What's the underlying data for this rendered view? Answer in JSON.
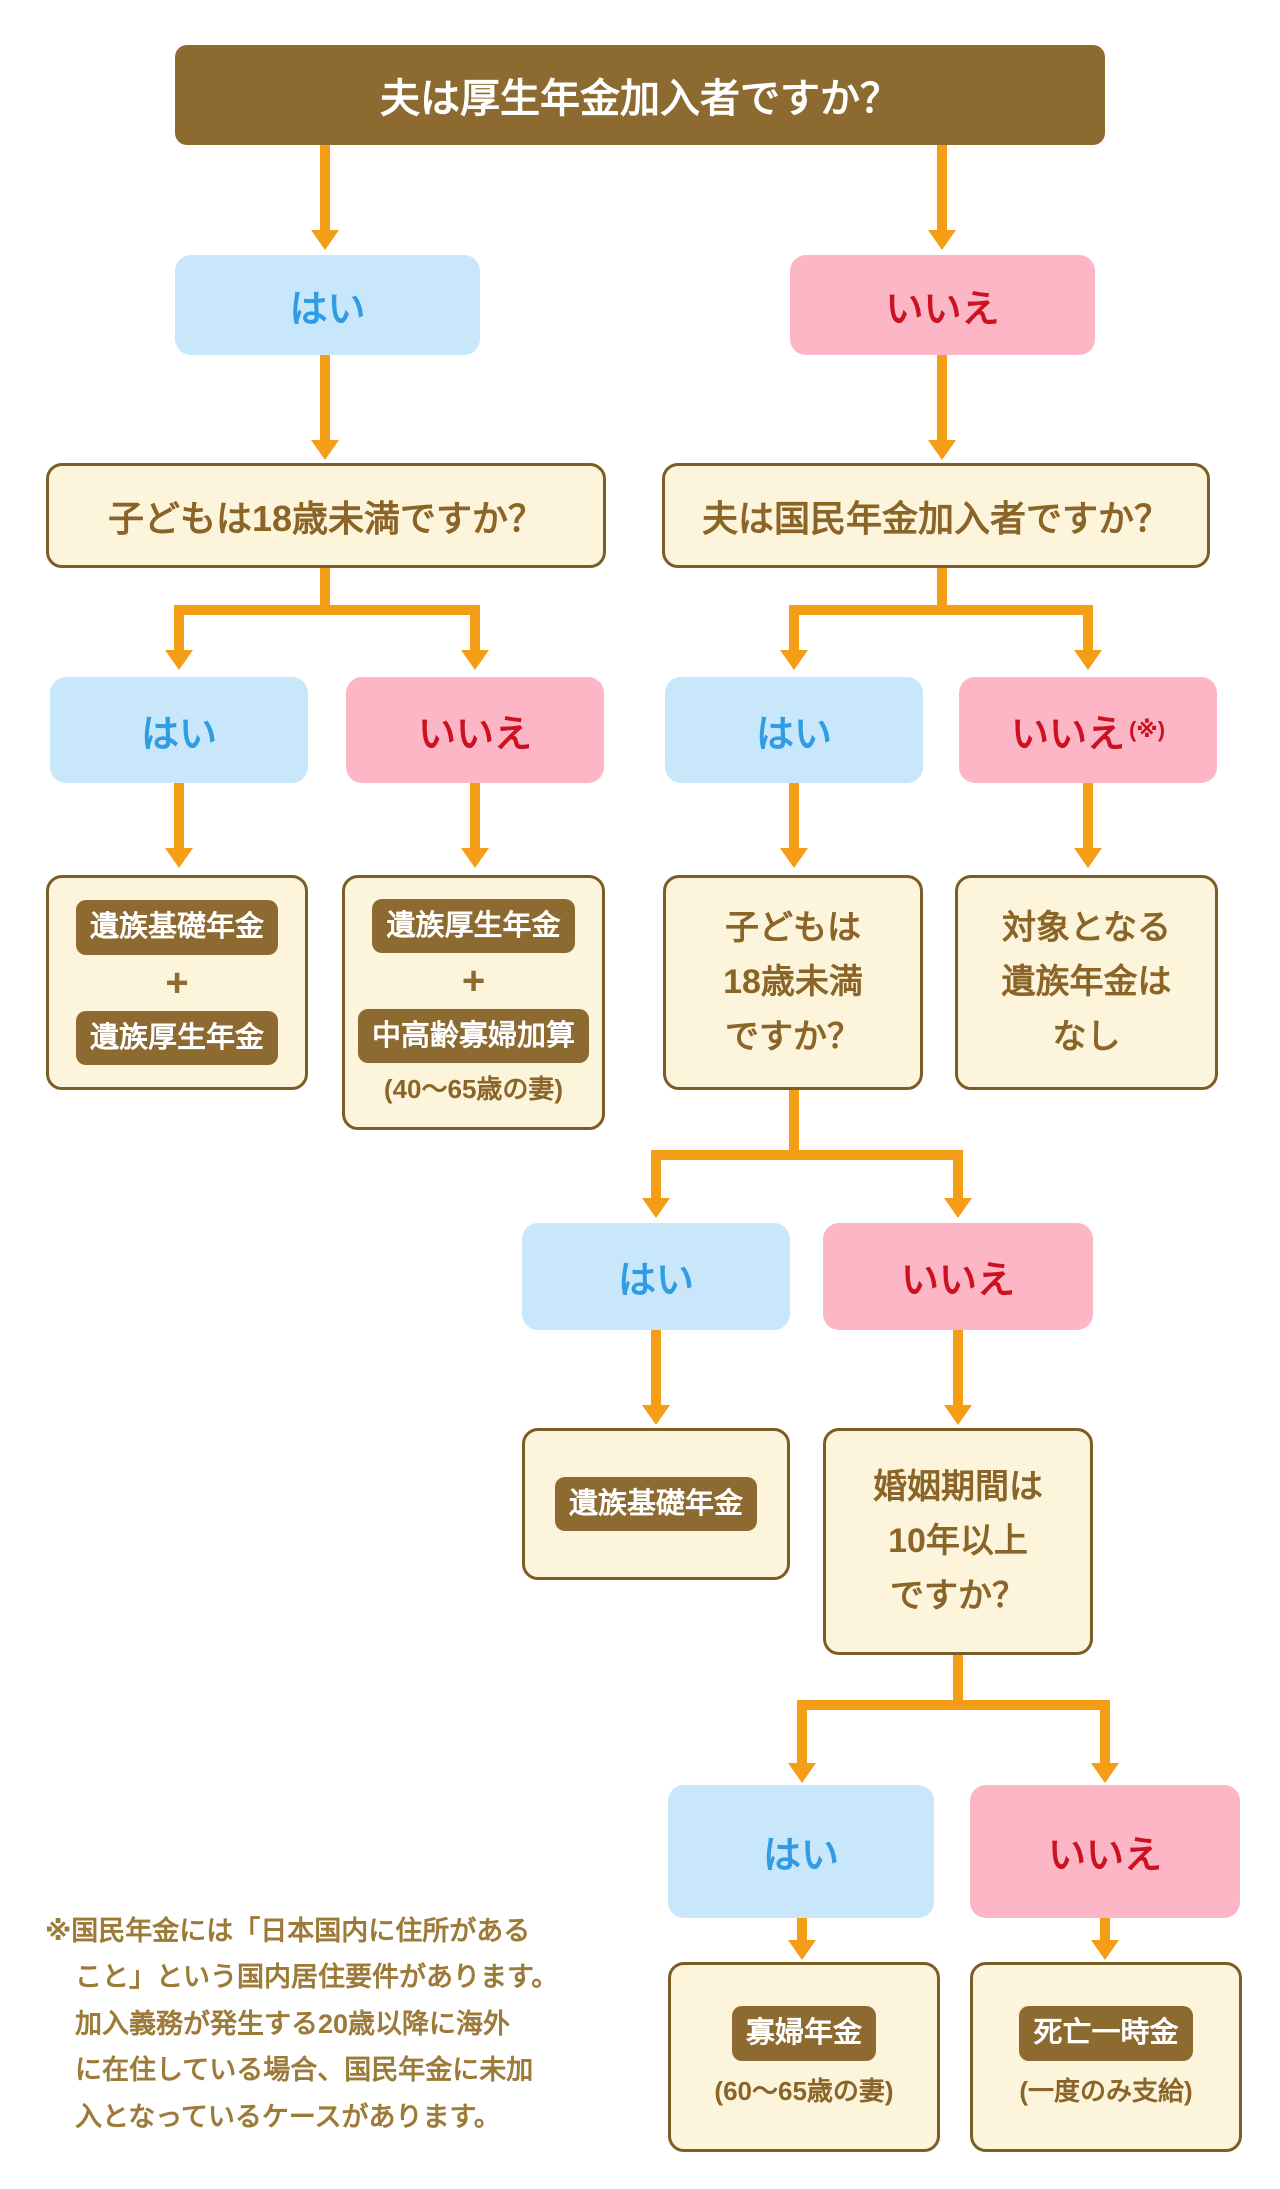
{
  "colors": {
    "brown": "#8d6a30",
    "cream_bg": "#fdf4dc",
    "cream_border": "#7c5d26",
    "brown_text": "#8a6527",
    "blue_bg": "#c9e7fa",
    "blue_text": "#2f9ce4",
    "pink_bg": "#fdb6c5",
    "red_text": "#cc1220",
    "orange": "#f59d17",
    "footnote_text": "#9c7a38",
    "white": "#ffffff"
  },
  "labels": {
    "yes": "はい",
    "no": "いいえ",
    "no_mark": "(※)",
    "plus": "+"
  },
  "root": {
    "question": "夫は厚生年金加入者ですか？"
  },
  "branch_yes": {
    "question_child18": "子どもは18歳未満ですか？",
    "result_both": {
      "badge1": "遺族基礎年金",
      "badge2": "遺族厚生年金"
    },
    "result_kosei_kafu": {
      "badge1": "遺族厚生年金",
      "badge2": "中高齢寡婦加算",
      "note": "(40～65歳の妻)"
    }
  },
  "branch_no": {
    "question_kokumin": "夫は国民年金加入者ですか？",
    "result_none": "対象となる\n遺族年金は\nなし",
    "question_child18_multi": "子どもは\n18歳未満\nですか？",
    "result_kiso": {
      "badge": "遺族基礎年金"
    },
    "question_marriage10": "婚姻期間は\n10年以上\nですか？",
    "result_kafu": {
      "badge": "寡婦年金",
      "note": "(60～65歳の妻)"
    },
    "result_ichijikin": {
      "badge": "死亡一時金",
      "note": "(一度のみ支給)"
    }
  },
  "footnote": "※国民年金には「日本国内に住所がある\nこと」という国内居住要件があります。\n加入義務が発生する20歳以降に海外\nに在住している場合、国民年金に未加\n入となっているケースがあります。"
}
